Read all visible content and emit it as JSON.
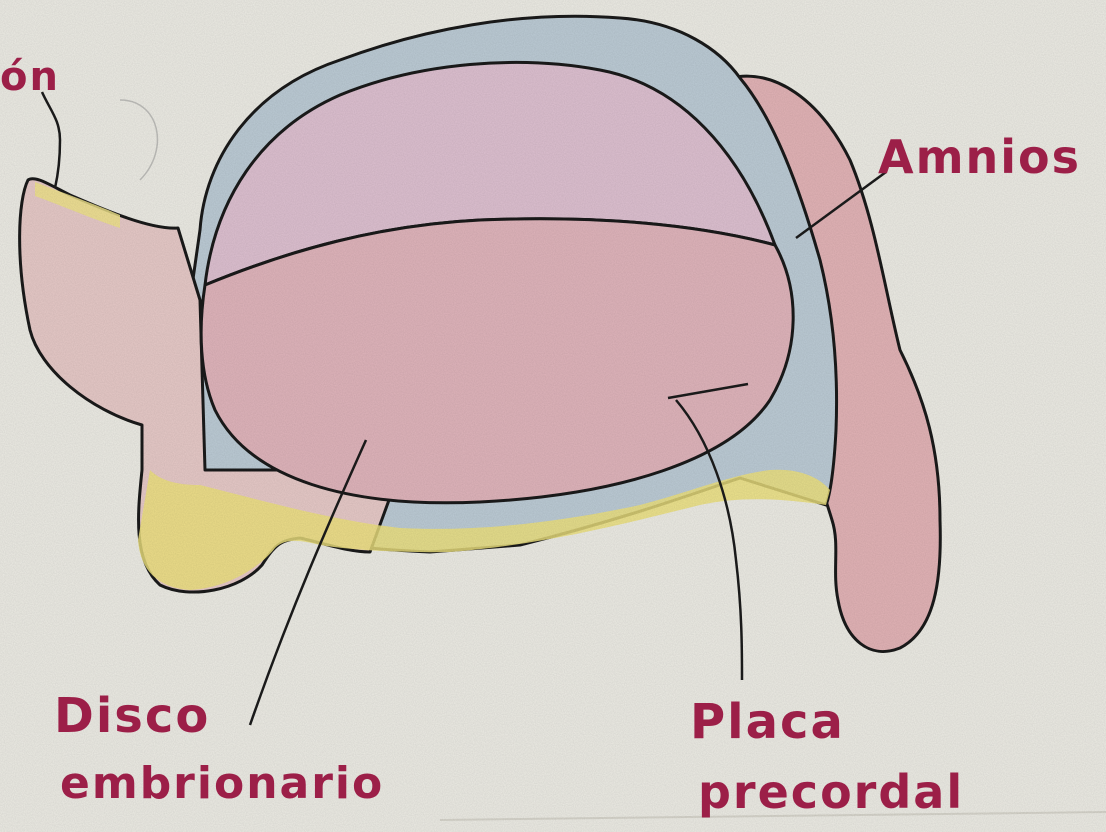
{
  "labels": {
    "top_left_partial": "ón",
    "amnios": "Amnios",
    "disco_line1": "Disco",
    "disco_line2": "embrionario",
    "placa_line1": "Placa",
    "placa_line2": "precordal"
  },
  "colors": {
    "paper": "#ecebe4",
    "ink": "#1a1a1a",
    "label": "#9c1f48",
    "blue_fill": "#b9cbd6",
    "pink_fill": "#e3c3c8",
    "red_fill": "#e0b0b4",
    "yellow_fill": "#ede28a",
    "mauve_fill": "#dcbfd0"
  }
}
